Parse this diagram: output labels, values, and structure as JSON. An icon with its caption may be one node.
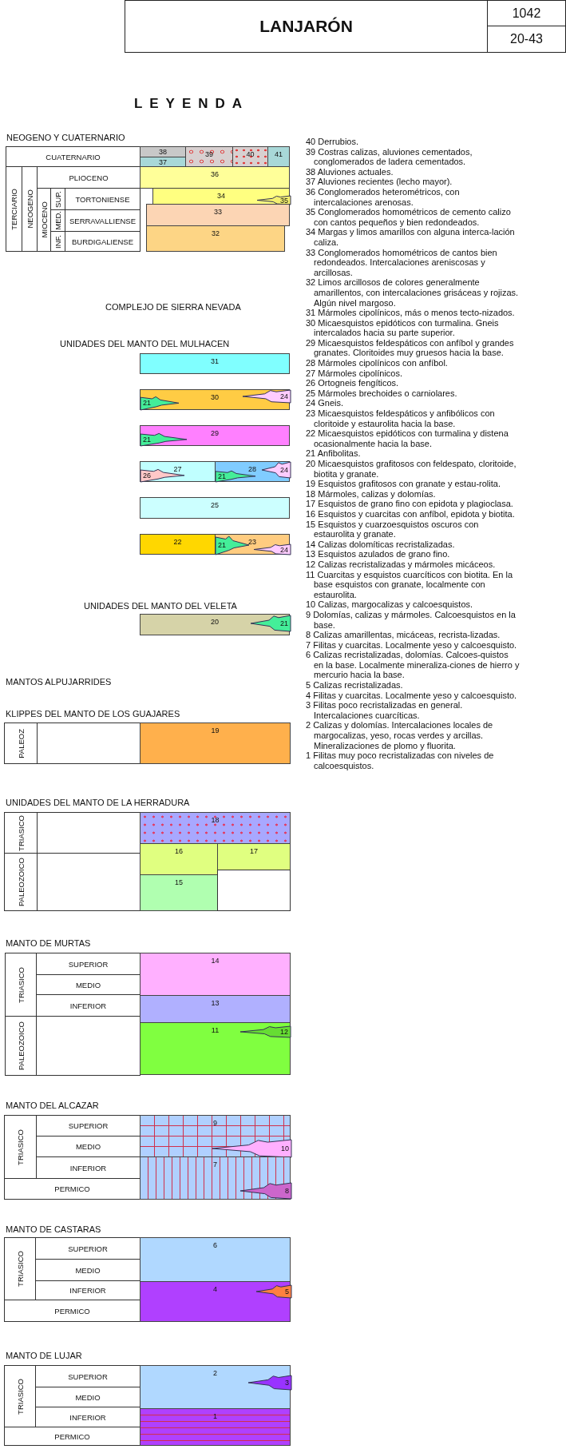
{
  "diagram": {
    "title": "LEYENDA",
    "nodes": [
      {
        "text": [
          "LANJARÓN"
        ]
      },
      {
        "text": [
          "1042"
        ]
      },
      {
        "text": [
          "20-43"
        ]
      },
      {
        "text": [
          "CUATERNARIO"
        ]
      },
      {
        "text": [
          "TERCIARIO"
        ]
      },
      {
        "text": [
          "NEOGENO"
        ]
      },
      {
        "text": [
          "PLIOCENO"
        ]
      },
      {
        "text": [
          "MIOCENO"
        ]
      },
      {
        "text": [
          "SUP."
        ]
      },
      {
        "text": [
          "TORTONIENSE"
        ]
      },
      {
        "text": [
          "MED."
        ]
      },
      {
        "text": [
          "SERRAVALLIENSE"
        ]
      },
      {
        "text": [
          "INF."
        ]
      },
      {
        "text": [
          "BURDIGALIENSE"
        ]
      },
      {
        "text": [
          "38"
        ]
      },
      {
        "text": [
          "37"
        ]
      },
      {
        "text": [
          "39"
        ]
      },
      {
        "text": [
          "40"
        ]
      },
      {
        "text": [
          "41"
        ]
      },
      {
        "text": [
          "36"
        ]
      },
      {
        "text": [
          "34"
        ]
      },
      {
        "text": [
          "35"
        ],
        "in": 20
      },
      {
        "text": [
          "33"
        ]
      },
      {
        "text": [
          "32"
        ]
      },
      {
        "text": [
          "31"
        ]
      },
      {
        "text": [
          "30"
        ]
      },
      {
        "text": [
          "21"
        ],
        "in": 25
      },
      {
        "text": [
          "24"
        ],
        "in": 25
      },
      {
        "text": [
          "29"
        ]
      },
      {
        "text": [
          "21"
        ],
        "in": 28
      },
      {
        "text": [
          "27"
        ]
      },
      {
        "text": [
          "26"
        ],
        "in": 30
      },
      {
        "text": [
          "28"
        ]
      },
      {
        "text": [
          "21"
        ],
        "in": 32
      },
      {
        "text": [
          "24"
        ],
        "in": 32
      },
      {
        "text": [
          "25"
        ]
      },
      {
        "text": [
          "22"
        ]
      },
      {
        "text": [
          "23"
        ]
      },
      {
        "text": [
          "21"
        ],
        "in": 37
      },
      {
        "text": [
          "24"
        ],
        "in": 37
      },
      {
        "text": [
          "20"
        ]
      },
      {
        "text": [
          "21"
        ],
        "in": 40
      },
      {
        "text": [
          "PALEOZ"
        ]
      },
      {
        "text": [],
        "shape": "box"
      },
      {
        "text": [
          "19"
        ]
      },
      {
        "text": [
          "TRIASICO"
        ]
      },
      {
        "text": [],
        "shape": "box"
      },
      {
        "text": [
          "PALEOZOICO"
        ]
      },
      {
        "text": [],
        "shape": "box"
      },
      {
        "text": [
          "18"
        ]
      },
      {
        "text": [
          "16"
        ]
      },
      {
        "text": [
          "17"
        ]
      },
      {
        "text": [
          "15"
        ]
      },
      {
        "text": [],
        "shape": "box"
      },
      {
        "text": [
          "TRIASICO"
        ]
      },
      {
        "text": [
          "SUPERIOR"
        ]
      },
      {
        "text": [
          "MEDIO"
        ]
      },
      {
        "text": [
          "INFERIOR"
        ]
      },
      {
        "text": [
          "PALEOZOICO"
        ]
      },
      {
        "text": [],
        "shape": "box"
      },
      {
        "text": [
          "14"
        ]
      },
      {
        "text": [
          "13"
        ]
      },
      {
        "text": [
          "11"
        ]
      },
      {
        "text": [
          "12"
        ],
        "in": 62
      },
      {
        "text": [
          "TRIASICO"
        ]
      },
      {
        "text": [
          "SUPERIOR"
        ]
      },
      {
        "text": [
          "MEDIO"
        ]
      },
      {
        "text": [
          "INFERIOR"
        ]
      },
      {
        "text": [
          "PERMICO"
        ]
      },
      {
        "text": [
          "9"
        ]
      },
      {
        "text": [
          "10"
        ],
        "in": 69
      },
      {
        "text": [
          "7"
        ]
      },
      {
        "text": [
          "8"
        ],
        "in": 71
      },
      {
        "text": [
          "TRIASICO"
        ]
      },
      {
        "text": [
          "SUPERIOR"
        ]
      },
      {
        "text": [
          "MEDIO"
        ]
      },
      {
        "text": [
          "INFERIOR"
        ]
      },
      {
        "text": [
          "PERMICO"
        ]
      },
      {
        "text": [
          "6"
        ]
      },
      {
        "text": [
          "4"
        ]
      },
      {
        "text": [
          "5"
        ],
        "in": 79
      },
      {
        "text": [
          "TRIASICO"
        ]
      },
      {
        "text": [
          "SUPERIOR"
        ]
      },
      {
        "text": [
          "MEDIO"
        ]
      },
      {
        "text": [
          "INFERIOR"
        ]
      },
      {
        "text": [
          "PERMICO"
        ]
      },
      {
        "text": [
          "2"
        ]
      },
      {
        "text": [
          "3"
        ],
        "in": 86
      },
      {
        "text": [
          "1"
        ]
      }
    ],
    "labels": [
      "NEOGENO Y CUATERNARIO",
      "COMPLEJO DE SIERRA NEVADA",
      "UNIDADES DEL MANTO DEL MULHACEN",
      "UNIDADES DEL MANTO DEL VELETA",
      "MANTOS ALPUJARRIDES",
      "KLIPPES DEL MANTO DE LOS GUAJARES",
      "UNIDADES DEL MANTO DE LA HERRADURA",
      "MANTO DE MURTAS",
      "MANTO DEL ALCAZAR",
      "MANTO DE CASTARAS",
      "MANTO DE LUJAR",
      "40 Derrubios.",
      "39 Costras calizas, aluviones cementados, conglomerados de ladera cementados.",
      "38 Aluviones actuales.",
      "37 Aluviones recientes (lecho mayor).",
      "36 Conglomerados heterométricos, con intercalaciones arenosas.",
      "35 Conglomerados homométricos de cemento calizo con cantos pequeños y bien redondeados.",
      "34 Margas y limos amarillos con alguna interca-lación caliza.",
      "33 Conglomerados homométricos de cantos bien redondeados. Intercalaciones areniscosas y arcillosas.",
      "32 Limos arcillosos de colores generalmente amarillentos, con intercalaciones grisáceas y rojizas. Algún nivel margoso.",
      "31 Mármoles cipolínicos, más o menos tecto-nizados.",
      "30 Micaesquistos epidóticos con turmalina. Gneis intercalados hacia su parte superior.",
      "29 Micaesquistos feldespáticos con anfíbol y grandes granates. Cloritoides muy gruesos hacia la base.",
      "28 Mármoles cipolínicos con anfíbol.",
      "27 Mármoles cipolínicos.",
      "26 Ortogneis fengíticos.",
      "25 Mármoles brechoides o carniolares.",
      "24 Gneis.",
      "23 Micaesquistos feldespáticos y anfibólicos con cloritoide y estaurolita hacia la base.",
      "22 Micaesquistos epidóticos con turmalina y distena ocasionalmente hacia la base.",
      "21 Anfibolitas.",
      "20 Micaesquistos grafitosos con feldespato, cloritoide, biotita y granate.",
      "19 Esquistos grafitosos con granate y estau-rolita.",
      "18 Mármoles, calizas y dolomías.",
      "17 Esquistos de grano fino con epidota y plagioclasa.",
      "16 Esquistos y cuarcitas con anfíbol, epidota y biotita.",
      "15 Esquistos y cuarzoesquistos oscuros con estaurolita y granate.",
      "14 Calizas dolomíticas recristalizadas.",
      "13 Esquistos azulados de grano fino.",
      "12 Calizas recristalizadas y mármoles micáceos.",
      "11 Cuarcitas y esquistos cuarcíticos con biotita. En la base esquistos con granate, localmente con estaurolita.",
      "10 Calizas, margocalizas y calcoesquistos.",
      "9 Dolomías, calizas y mármoles. Calcoesquistos en la base.",
      "8 Calizas amarillentas, micáceas, recrista-lizadas.",
      "7 Filitas y cuarcitas. Localmente yeso y calcoesquisto.",
      "6 Calizas recristalizadas, dolomías. Calcoes-quistos en la base. Localmente mineraliza-ciones de hierro y mercurio hacia la base.",
      "5 Calizas recristalizadas.",
      "4 Filitas y cuarcitas. Localmente yeso y calcoesquisto.",
      "3 Filitas poco recristalizadas en general. Intercalaciones cuarcíticas.",
      "2 Calizas y dolomías. Intercalaciones locales de margocalizas, yeso, rocas verdes y arcillas. Mineralizaciones de plomo y fluorita.",
      "1 Filitas muy poco recristalizadas con niveles de calcoesquistos."
    ]
  }
}
